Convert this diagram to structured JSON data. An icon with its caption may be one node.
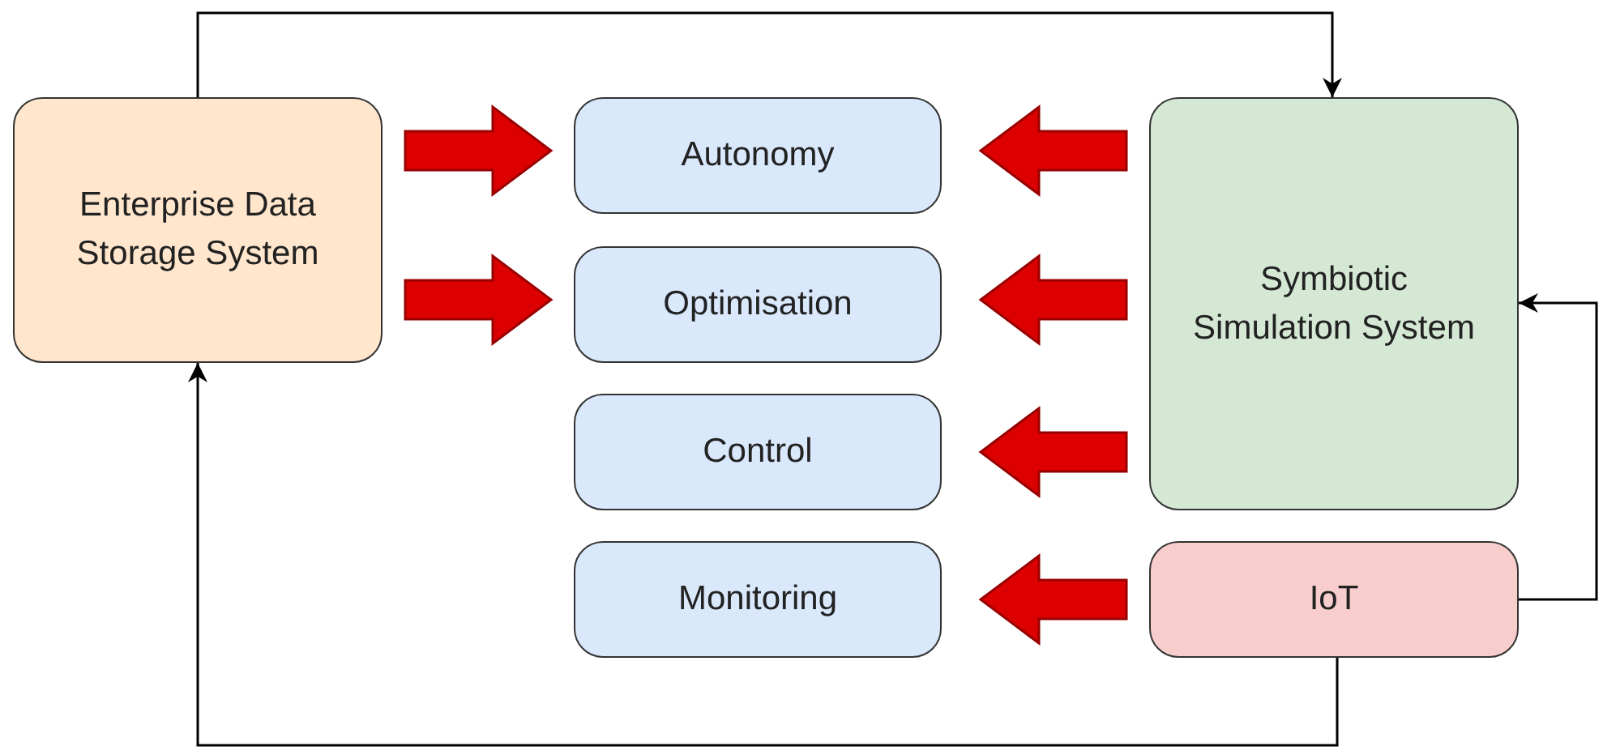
{
  "diagram": {
    "nodes": [
      {
        "text": [
          "Enterprise Data Storage System"
        ]
      },
      {
        "text": [
          "Autonomy"
        ]
      },
      {
        "text": [
          "Optimisation"
        ]
      },
      {
        "text": [
          "Control"
        ]
      },
      {
        "text": [
          "Monitoring"
        ]
      },
      {
        "text": [
          "Symbiotic Simulation System"
        ]
      },
      {
        "text": [
          "IoT"
        ]
      }
    ],
    "edges": [
      {
        "from": 0,
        "to": 1,
        "arrow": "to",
        "style": "thick",
        "color": "#dd0000"
      },
      {
        "from": 0,
        "to": 2,
        "arrow": "to",
        "style": "thick",
        "color": "#dd0000"
      },
      {
        "from": 5,
        "to": 1,
        "arrow": "to",
        "style": "thick",
        "color": "#dd0000"
      },
      {
        "from": 5,
        "to": 2,
        "arrow": "to",
        "style": "thick",
        "color": "#dd0000"
      },
      {
        "from": 5,
        "to": 3,
        "arrow": "to",
        "style": "thick",
        "color": "#dd0000"
      },
      {
        "from": 6,
        "to": 4,
        "arrow": "to",
        "style": "thick",
        "color": "#dd0000"
      },
      {
        "from": 0,
        "to": 5,
        "arrow": "to"
      },
      {
        "from": 6,
        "to": 5,
        "arrow": "to"
      },
      {
        "from": 6,
        "to": 0,
        "arrow": "to"
      }
    ]
  }
}
